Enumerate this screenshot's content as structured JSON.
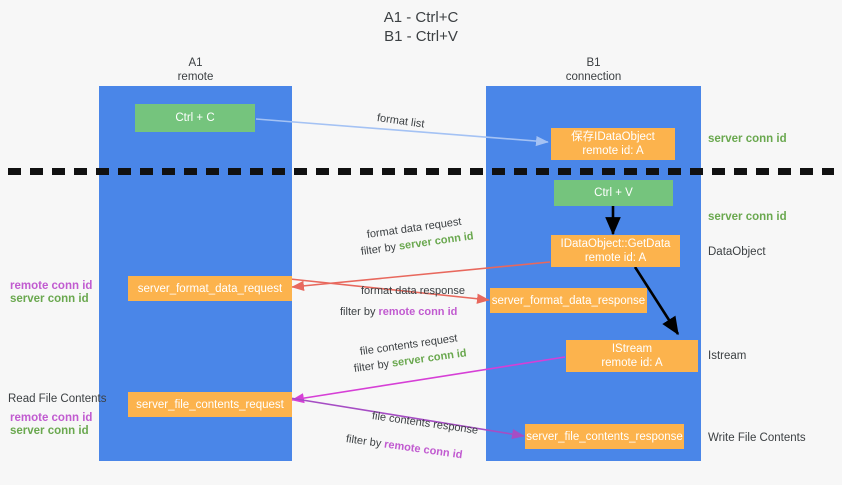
{
  "title": {
    "line1": "A1 - Ctrl+C",
    "line2": "B1 - Ctrl+V"
  },
  "colors": {
    "lane": "#4a86e8",
    "green_box": "#75c47d",
    "orange_box": "#fcb34d",
    "server_conn_id": "#6aa84f",
    "remote_conn_id": "#c15bd0",
    "arrow_blue": "#a4c2f4",
    "arrow_red": "#e8685d",
    "arrow_magenta": "#d63fd6",
    "arrow_purple": "#a64dc4",
    "arrow_black": "#000000",
    "background": "#f7f7f7"
  },
  "lanes": [
    {
      "id": "a1",
      "name": "A1",
      "sub": "remote"
    },
    {
      "id": "b1",
      "name": "B1",
      "sub": "connection"
    }
  ],
  "boxes": [
    {
      "id": "ctrl-c",
      "line1": "Ctrl + C",
      "line2": "",
      "kind": "green"
    },
    {
      "id": "save-idataobject",
      "line1": "保存IDataObject",
      "line2": "remote id: A",
      "kind": "orange"
    },
    {
      "id": "ctrl-v",
      "line1": "Ctrl + V",
      "line2": "",
      "kind": "green"
    },
    {
      "id": "getdata",
      "line1": "IDataObject::GetData",
      "line2": "remote id: A",
      "kind": "orange"
    },
    {
      "id": "fmt-req",
      "line1": "server_format_data_request",
      "line2": "",
      "kind": "orange"
    },
    {
      "id": "fmt-resp",
      "line1": "server_format_data_response",
      "line2": "",
      "kind": "orange"
    },
    {
      "id": "istream",
      "line1": "IStream",
      "line2": "remote id: A",
      "kind": "orange"
    },
    {
      "id": "file-req",
      "line1": "server_file_contents_request",
      "line2": "",
      "kind": "orange"
    },
    {
      "id": "file-resp",
      "line1": "server_file_contents_response",
      "line2": "",
      "kind": "orange"
    }
  ],
  "side_labels": {
    "server_conn_id_top": "server conn id",
    "server_conn_id_mid": "server conn id",
    "dataobject": "DataObject",
    "istream": "Istream",
    "write_file_contents": "Write File Contents",
    "read_file_contents": "Read File Contents",
    "left_remote_1": "remote conn id",
    "left_server_1": "server conn id",
    "left_remote_2": "remote conn id",
    "left_server_2": "server conn id"
  },
  "flows": {
    "format_list": "format list",
    "fdr_line1": "format data request",
    "fdr_filter_prefix": "filter by ",
    "fdr_filter_value": "server conn id",
    "fdresp_line1": "format data response",
    "fdresp_filter_prefix": "filter by ",
    "fdresp_filter_value": "remote conn id",
    "fcr_line1": "file contents request",
    "fcr_filter_prefix": "filter by ",
    "fcr_filter_value": "server conn id",
    "fcresp_line1": "file contents response",
    "fcresp_filter_prefix": "filter by ",
    "fcresp_filter_value": "remote conn id"
  }
}
